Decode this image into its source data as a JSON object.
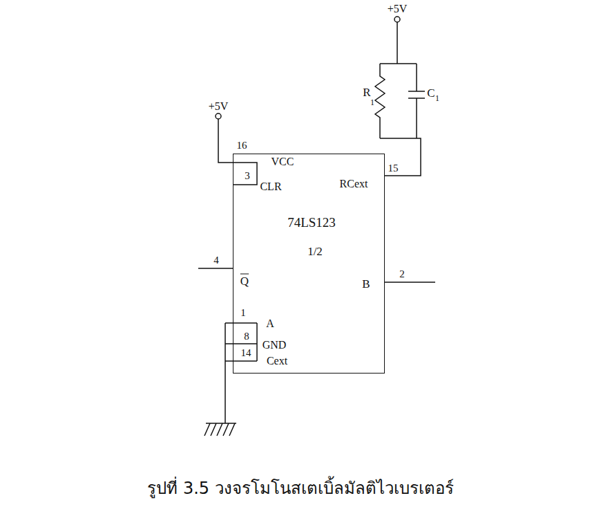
{
  "diagram": {
    "caption": "รูปที่ 3.5 วงจรโมโนสเตเบิ้ลมัลติไวเบรเตอร์",
    "nodes": [
      {
        "text": [
          "74LS123",
          "1/2"
        ]
      }
    ],
    "labels": [
      "+5V",
      "R",
      "1",
      "C",
      "1",
      "+5V",
      "16",
      "VCC",
      "3",
      "CLR",
      "RCext",
      "15",
      "4",
      "Q",
      "2",
      "B",
      "1",
      "A",
      "8",
      "GND",
      "14",
      "Cext"
    ]
  }
}
